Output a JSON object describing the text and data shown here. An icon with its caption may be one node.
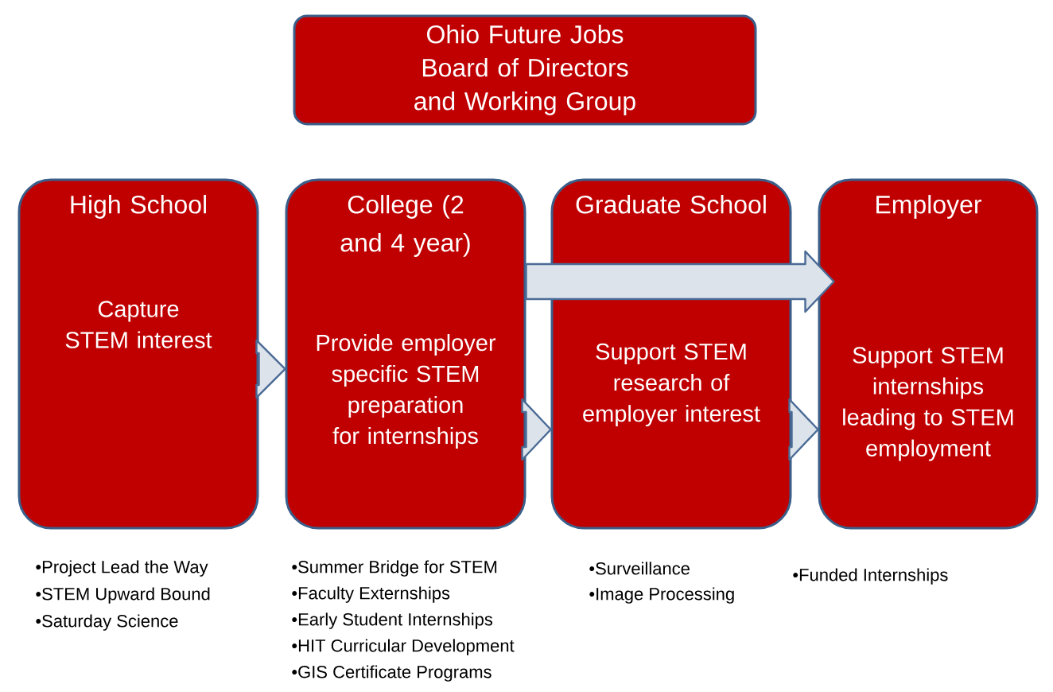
{
  "diagram": {
    "nodes": [
      {
        "text": [
          "Ohio Future Jobs Board of Directors and Working Group"
        ]
      },
      {
        "text": [
          "High School",
          "Capture STEM interest"
        ],
        "beside": [
          "•Project Lead the Way",
          "•STEM Upward Bound",
          "•Saturday Science"
        ]
      },
      {
        "text": [
          "College (2 and 4 year)",
          "Provide employer specific STEM preparation for internships"
        ],
        "beside": [
          "•Summer Bridge for STEM",
          "•Faculty Externships",
          "•Early  Student Internships",
          "•HIT Curricular Development",
          "•GIS Certificate Programs"
        ]
      },
      {
        "text": [
          "Graduate School",
          "Support STEM research of employer interest"
        ],
        "beside": [
          "•Surveillance",
          "•Image Processing"
        ]
      },
      {
        "text": [
          "Employer",
          "Support STEM internships leading  to STEM employment"
        ],
        "beside": [
          "•Funded Internships"
        ]
      }
    ],
    "edges": [
      {
        "from": 1,
        "to": 2,
        "arrow": "to"
      },
      {
        "from": 2,
        "to": 4,
        "arrow": "to"
      },
      {
        "from": 2,
        "to": 3,
        "arrow": "to"
      },
      {
        "from": 3,
        "to": 4,
        "arrow": "to"
      }
    ]
  }
}
